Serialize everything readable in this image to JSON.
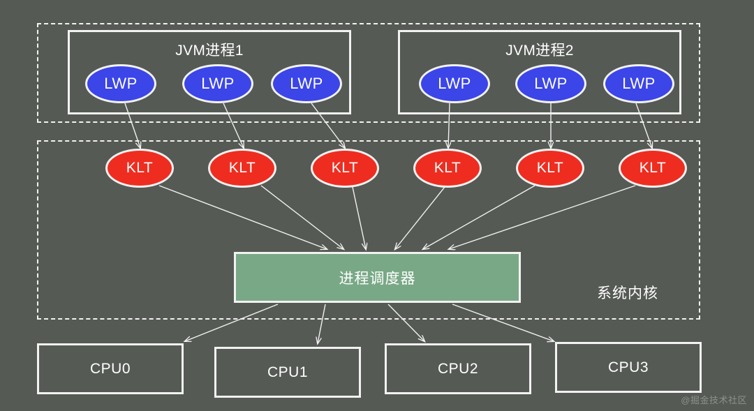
{
  "diagram": {
    "title": "JVM threading model — LWP to KLT to scheduler to CPU",
    "colors": {
      "background": "#565a55",
      "stroke": "#f2f2f2",
      "lwp_fill": "#3b45e8",
      "klt_fill": "#ee2d20",
      "scheduler_fill": "#79a886",
      "text": "#ffffff",
      "watermark": "#8d908b"
    }
  },
  "user_space": {
    "processes": [
      {
        "title": "JVM进程1",
        "threads": [
          {
            "label": "LWP"
          },
          {
            "label": "LWP"
          },
          {
            "label": "LWP"
          }
        ]
      },
      {
        "title": "JVM进程2",
        "threads": [
          {
            "label": "LWP"
          },
          {
            "label": "LWP"
          },
          {
            "label": "LWP"
          }
        ]
      }
    ]
  },
  "kernel_space": {
    "label": "系统内核",
    "kernel_threads": [
      {
        "label": "KLT"
      },
      {
        "label": "KLT"
      },
      {
        "label": "KLT"
      },
      {
        "label": "KLT"
      },
      {
        "label": "KLT"
      },
      {
        "label": "KLT"
      }
    ],
    "scheduler": {
      "label": "进程调度器"
    }
  },
  "hardware": {
    "cpus": [
      {
        "label": "CPU0"
      },
      {
        "label": "CPU1"
      },
      {
        "label": "CPU2"
      },
      {
        "label": "CPU3"
      }
    ]
  },
  "watermark": {
    "text": "@掘金技术社区"
  }
}
